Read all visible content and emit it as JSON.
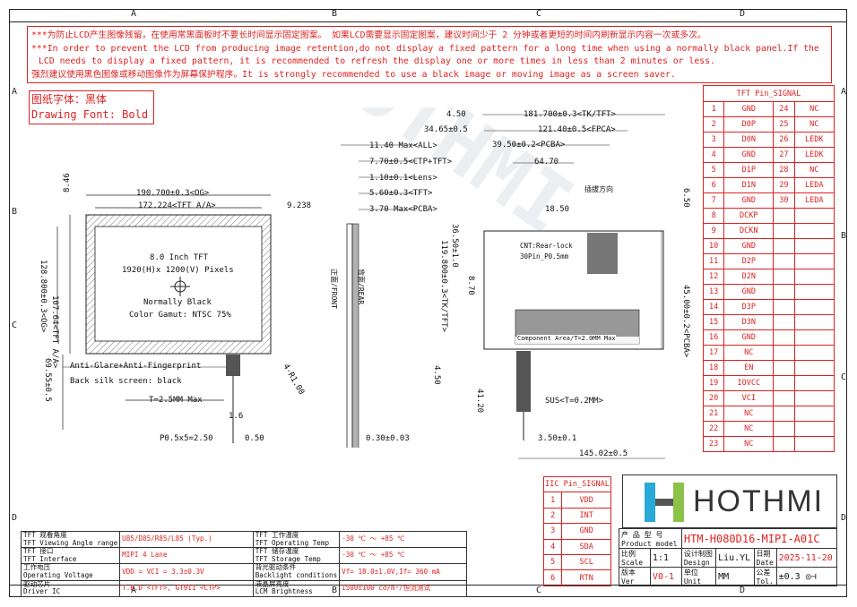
{
  "zones": {
    "cols": [
      "A",
      "B",
      "C",
      "D"
    ],
    "rows": [
      "A",
      "B",
      "C",
      "D"
    ]
  },
  "notes": [
    "***为防止LCD产生图像残留，在使用常黑面板时不要长时间显示固定图案。 如果LCD需要显示固定图案，建议时间少于 2 分钟或者更短的时间内刷新显示内容一次或多次。",
    "***In order to prevent the LCD from producing image retention,do not display a fixed pattern for a long time when using a normally black panel.If the",
    "LCD needs to display a fixed pattern, it is recommended to refresh the display one or more times in less than 2 minutes or less.",
    "强烈建议使用黑色图像或移动图像作为屏幕保护程序。It is strongly recommended to use a black image or moving image as a screen saver."
  ],
  "drawing_font": {
    "cn": "图纸字体：黑体",
    "en": "Drawing Font: Bold"
  },
  "front_view": {
    "width_og": "190.700±0.3<OG>",
    "width_aa": "172.224<TFT A/A>",
    "offset_x": "9.238",
    "offset_y": "8.46",
    "height_aa": "107.64<TFT A/A>",
    "height_og": "128.800±0.3<OG>",
    "panel_title": "8.0 Inch TFT",
    "panel_res": "1920(H)x 1200(V) Pixels",
    "panel_mode": "Normally Black",
    "panel_gamut": "Color Gamut: NTSC 75%",
    "surface": "Anti-Glare+Anti-Fingerprint",
    "silk": "Back silk screen: black",
    "corner": "4-R1.00",
    "fpc_gap": "69.55±0.5",
    "thickness": "T=2.5MM Max",
    "pitch": "P0.5x5=2.50",
    "pitch_b": "0.50",
    "fpc_w": "1.6"
  },
  "side_view": {
    "all": "11.40 Max<ALL>",
    "ctp": "7.70±0.5<CTP+TFT>",
    "lens": "1.10±0.1<Lens>",
    "tft": "5.60±0.3<TFT>",
    "pcba": "3.70 Max<PCBA>",
    "front": "正面/FRONT",
    "rear": "背面/REAR",
    "bottom": "0.30±0.03"
  },
  "rear_view": {
    "left": "4.50",
    "tk": "181.700±0.3<TK/TFT>",
    "fpca_off": "34.65±0.5",
    "fpca": "121.40±0.5<FPCA>",
    "pcba_off": "39.50±0.2<PCBA>",
    "pcba_w": "64.70",
    "insert": "插拔方向",
    "conn_x": "18.50",
    "conn_y": "6.50",
    "pcba_top": "36.50±1.0",
    "fpca_h": "119.800±0.3<TK/TFT>",
    "fpc_y": "8.70",
    "cnt": "CNT:Rear-lock",
    "pins": "30Pin_P0.5mm",
    "pcba_h": "45.00±0.2<PCBA>",
    "comp": "Component Area/T=2.0MM Max",
    "bot": "4.50",
    "tail": "41.20",
    "sus": "SUS<T=0.2MM>",
    "tail_w": "3.50±0.1",
    "total": "145.02±0.5"
  },
  "pin_table": {
    "title": "TFT Pin_SIGNAL",
    "rows": [
      [
        "1",
        "GND",
        "24",
        "NC"
      ],
      [
        "2",
        "D0P",
        "25",
        "NC"
      ],
      [
        "3",
        "D0N",
        "26",
        "LEDK"
      ],
      [
        "4",
        "GND",
        "27",
        "LEDK"
      ],
      [
        "5",
        "D1P",
        "28",
        "NC"
      ],
      [
        "6",
        "D1N",
        "29",
        "LEDA"
      ],
      [
        "7",
        "GND",
        "30",
        "LEDA"
      ],
      [
        "8",
        "DCKP",
        "",
        ""
      ],
      [
        "9",
        "DCKN",
        "",
        ""
      ],
      [
        "10",
        "GND",
        "",
        ""
      ],
      [
        "11",
        "D2P",
        "",
        ""
      ],
      [
        "12",
        "D2N",
        "",
        ""
      ],
      [
        "13",
        "GND",
        "",
        ""
      ],
      [
        "14",
        "D3P",
        "",
        ""
      ],
      [
        "15",
        "D3N",
        "",
        ""
      ],
      [
        "16",
        "GND",
        "",
        ""
      ],
      [
        "17",
        "NC",
        "",
        ""
      ],
      [
        "18",
        "EN",
        "",
        ""
      ],
      [
        "19",
        "IOVCC",
        "",
        ""
      ],
      [
        "20",
        "VCI",
        "",
        ""
      ],
      [
        "21",
        "NC",
        "",
        ""
      ],
      [
        "22",
        "NC",
        "",
        ""
      ],
      [
        "23",
        "NC",
        "",
        ""
      ]
    ]
  },
  "iic_table": {
    "title": "IIC Pin_SIGNAL",
    "rows": [
      [
        "1",
        "VDD"
      ],
      [
        "2",
        "INT"
      ],
      [
        "3",
        "GND"
      ],
      [
        "4",
        "SDA"
      ],
      [
        "5",
        "SCL"
      ],
      [
        "6",
        "RTN"
      ]
    ]
  },
  "logo": {
    "text": "HOTHMI"
  },
  "spec_table": [
    {
      "cn": "TFT 观看角度",
      "en": "TFT Viewing Angle range",
      "val": "U85/D85/R85/L85 (Typ.)",
      "cn2": "TFT 工作温度",
      "en2": "TFT Operating Temp",
      "val2": "-30 ℃ ～ +85 ℃"
    },
    {
      "cn": "TFT 接口",
      "en": "TFT Interface",
      "val": "MIPI 4 Lane",
      "cn2": "TFT 储存温度",
      "en2": "TFT Storage Temp",
      "val2": "-30 ℃ ～ +85 ℃"
    },
    {
      "cn": "工作电压",
      "en": "Operating Voltage",
      "val": "VDD = VCI = 3.3±0.3V",
      "cn2": "背光驱动条件",
      "en2": "Backlight conditions",
      "val2": "Vf= 18.0±1.0V,If= 360 mA"
    },
    {
      "cn": "驱动芯片",
      "en": "Driver IC",
      "val": "T.B.D <TFT>, GT911 <CTP>",
      "cn2": "液晶屏亮度",
      "en2": "LCM Brightness",
      "val2": "1500±100 cd/m²/恒流测试"
    }
  ],
  "title_block": {
    "model_cn": "产 品 型 号",
    "model_en": "Product model",
    "model": "HTM-H080D16-MIPI-A01C",
    "scale_cn": "比例",
    "scale_en": "Scale",
    "scale": "1:1",
    "design_cn": "设计制图",
    "design_en": "Design",
    "design": "Liu.YL",
    "date_cn": "日期",
    "date_en": "Date",
    "date": "2025-11-20",
    "ver_cn": "版本",
    "ver_en": "Ver",
    "ver": "V0-1",
    "unit_cn": "单位",
    "unit_en": "Unit",
    "unit": "MM",
    "tol_cn": "公差",
    "tol_en": "Tol.",
    "tol": "±0.3"
  },
  "watermark": "HOTHMI"
}
